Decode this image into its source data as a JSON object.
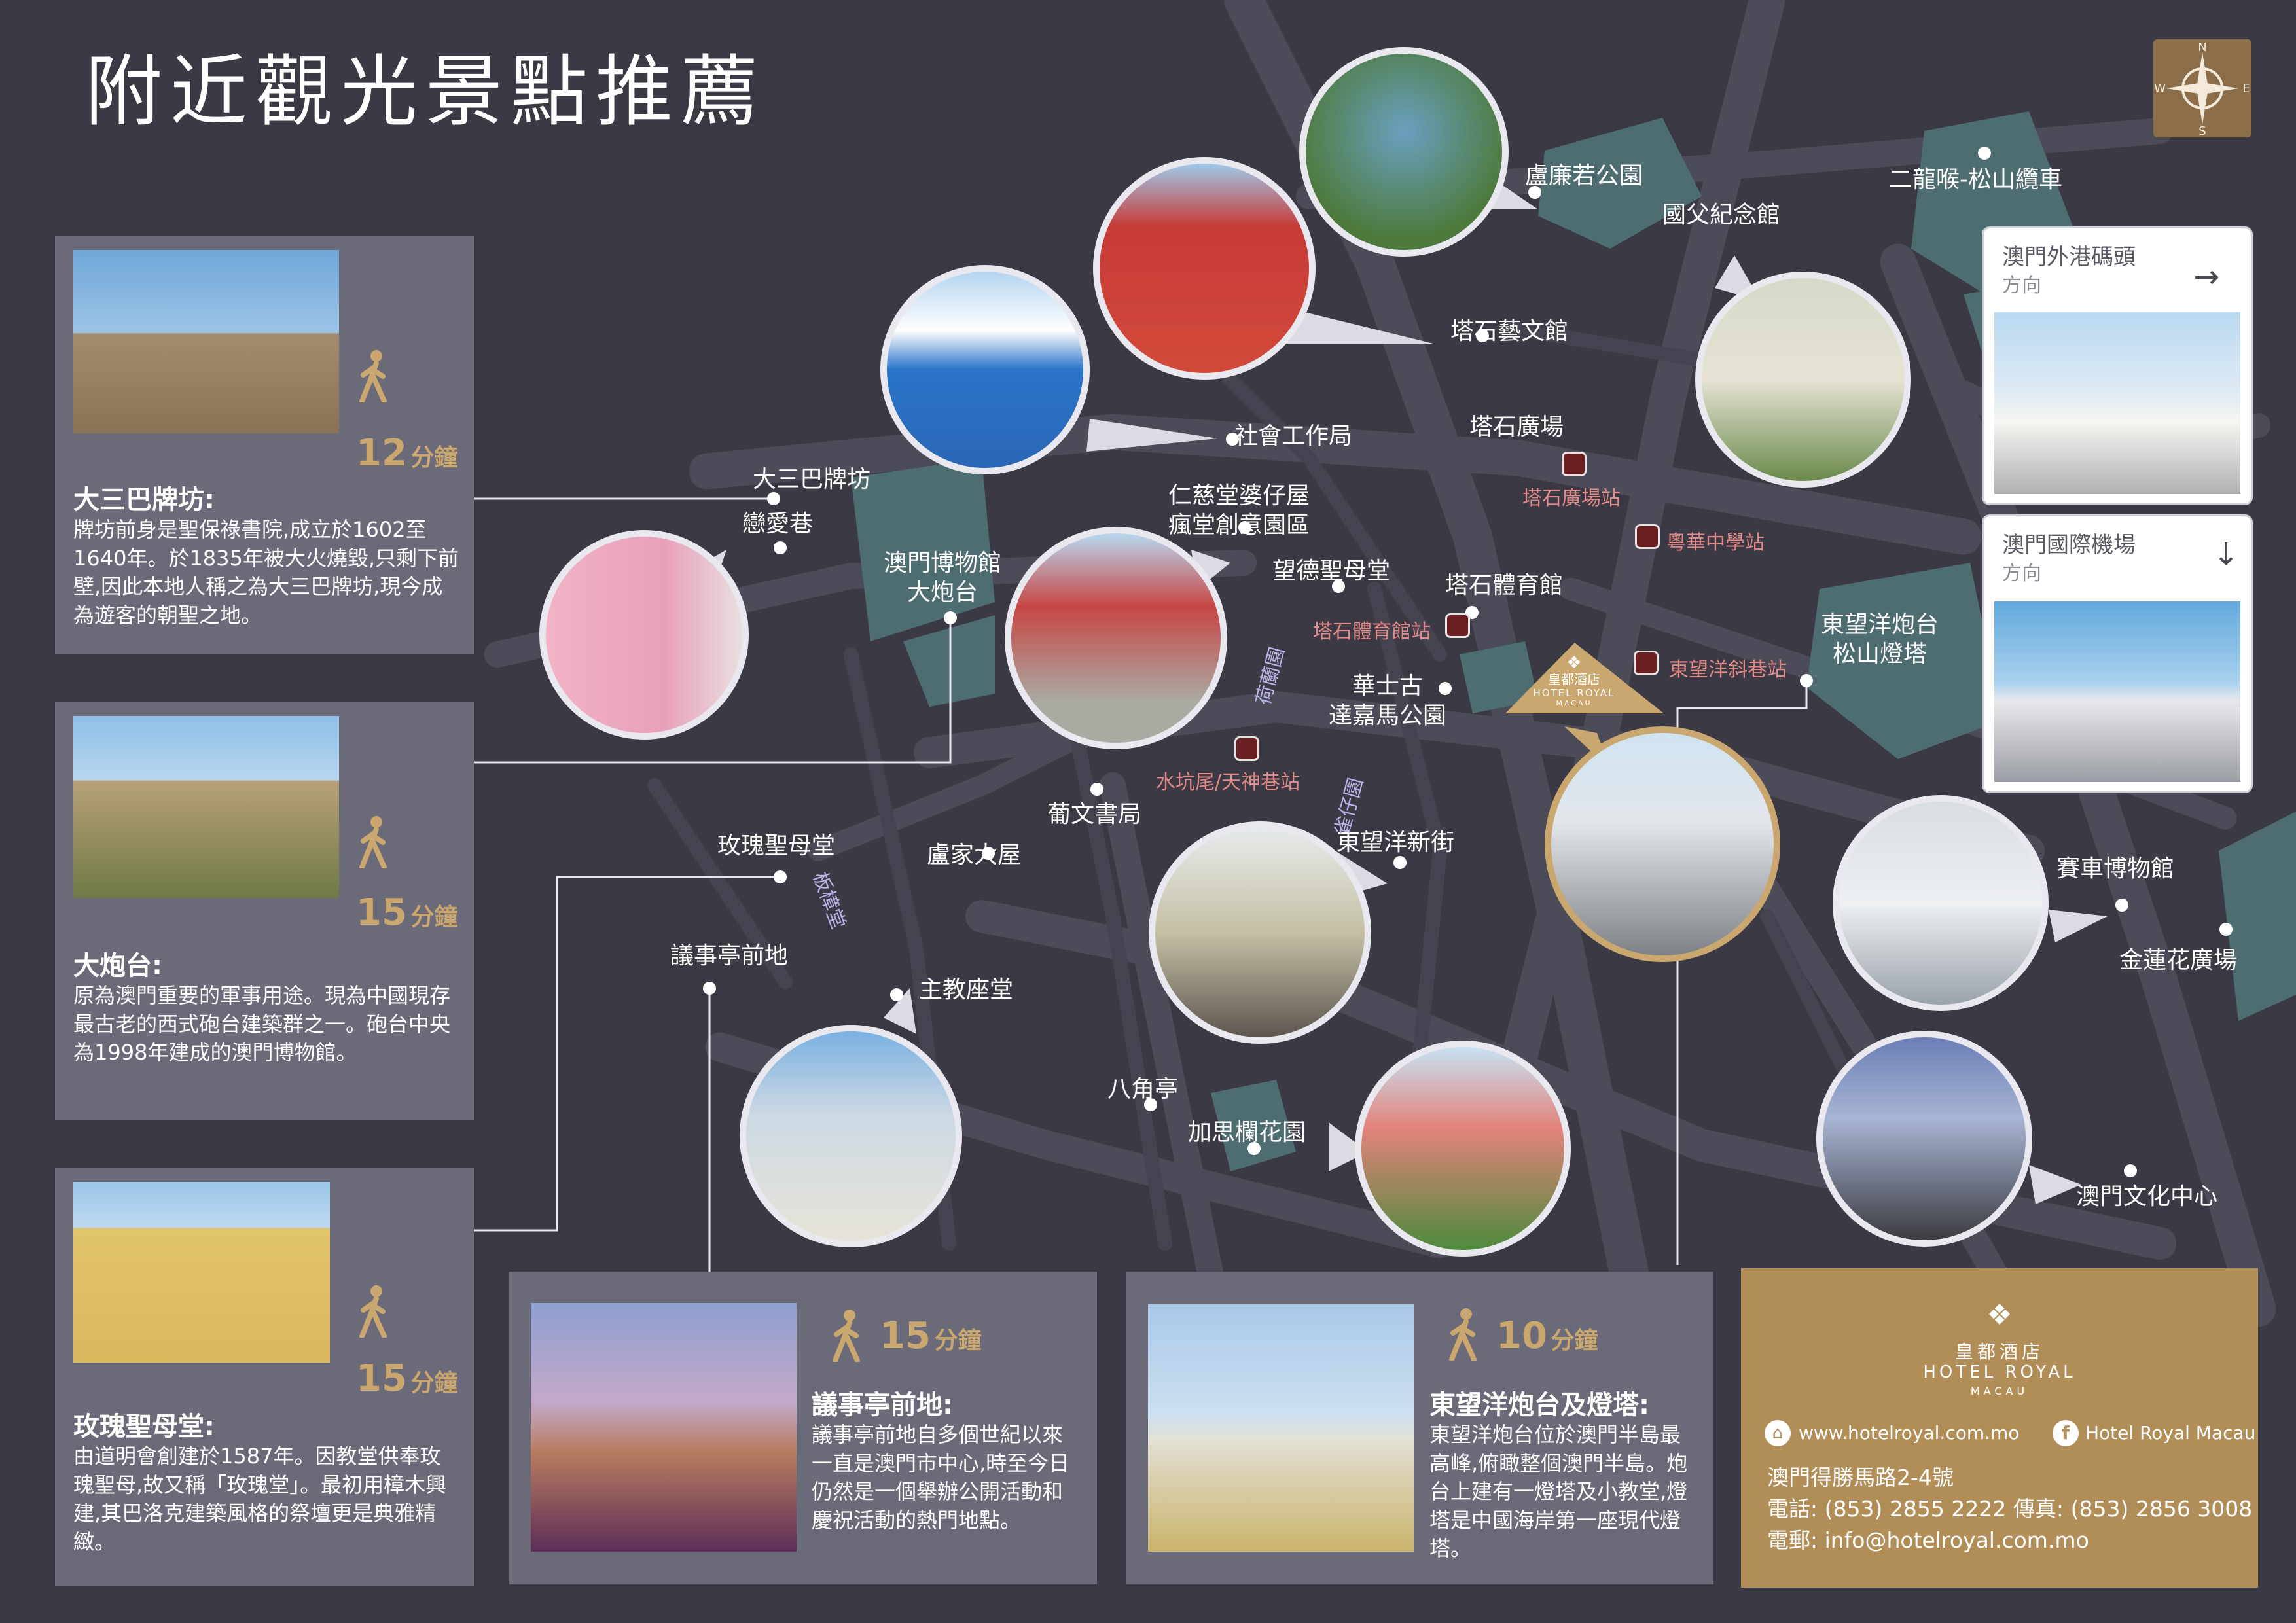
{
  "title": "附近觀光景點推薦",
  "compass": {
    "n": "N",
    "s": "S",
    "e": "E",
    "w": "W",
    "icon": "compass-icon"
  },
  "colors": {
    "background": "#3a3944",
    "road": "#4c4b58",
    "park": "#4e6d70",
    "card": "#6b6a78",
    "accent_gold": "#c9a76f",
    "hotel_panel": "#b18e58",
    "station_text": "#e18a8a",
    "street_text": "#b9b4e6"
  },
  "cards": [
    {
      "id": "ruins",
      "walk_minutes": "12",
      "walk_unit": "分鐘",
      "heading": "大三巴牌坊:",
      "body": "牌坊前身是聖保祿書院,成立於1602至1640年。於1835年被大火燒毀,只剩下前壁,因此本地人稱之為大三巴牌坊,現今成為遊客的朝聖之地。"
    },
    {
      "id": "fortress",
      "walk_minutes": "15",
      "walk_unit": "分鐘",
      "heading": "大炮台:",
      "body": "原為澳門重要的軍事用途。現為中國現存最古老的西式砲台建築群之一。砲台中央為1998年建成的澳門博物館。"
    },
    {
      "id": "st-dominic",
      "walk_minutes": "15",
      "walk_unit": "分鐘",
      "heading": "玫瑰聖母堂:",
      "body": "由道明會創建於1587年。因教堂供奉玫瑰聖母,故又稱「玫瑰堂」。最初用樟木興建,其巴洛克建築風格的祭壇更是典雅精緻。"
    },
    {
      "id": "senado",
      "walk_minutes": "15",
      "walk_unit": "分鐘",
      "heading": "議事亭前地:",
      "body": "議事亭前地自多個世紀以來一直是澳門市中心,時至今日仍然是一個舉辦公開活動和慶祝活動的熱門地點。"
    },
    {
      "id": "guia",
      "walk_minutes": "10",
      "walk_unit": "分鐘",
      "heading": "東望洋炮台及燈塔:",
      "body": "東望洋炮台位於澳門半島最高峰,俯瞰整個澳門半島。炮台上建有一燈塔及小教堂,燈塔是中國海岸第一座現代燈塔。"
    }
  ],
  "places": {
    "lou_lim_ioc": "盧廉若公園",
    "sun_yat_sen": "國父紀念館",
    "cable_car": "二龍喉-松山纜車",
    "tap_seac_gallery": "塔石藝文館",
    "ruins": "大三巴牌坊",
    "love_lane": "戀愛巷",
    "social_welfare": "社會工作局",
    "tap_seac_square": "塔石廣場",
    "ox_warehouse_1": "仁慈堂婆仔屋",
    "ox_warehouse_2": "瘋堂創意園區",
    "museum_1": "澳門博物館",
    "museum_2": "大炮台",
    "st_lazarus": "望德聖母堂",
    "tap_seac_gym": "塔石體育館",
    "guia_1": "東望洋炮台",
    "guia_2": "松山燈塔",
    "vasco_1": "華士古",
    "vasco_2": "達嘉馬公園",
    "bookshop": "葡文書局",
    "st_dominic": "玫瑰聖母堂",
    "lou_kau": "盧家大屋",
    "new_street": "東望洋新街",
    "grand_prix": "賽車博物館",
    "senado": "議事亭前地",
    "cathedral": "主教座堂",
    "lotus_square": "金蓮花廣場",
    "octagon": "八角亭",
    "carmo": "加思欄花園",
    "cultural_centre": "澳門文化中心"
  },
  "stations": {
    "tap_seac_square": "塔石廣場站",
    "pui_ching": "粵華中學站",
    "tap_seac_gym": "塔石體育館站",
    "guia_slope": "東望洋斜巷站",
    "san_kiu": "水坑尾/天神巷站"
  },
  "streets": {
    "he_lan": "荷蘭園",
    "ban_zhang": "板樟堂",
    "jie_zai": "雀仔園"
  },
  "directions": [
    {
      "title": "澳門外港碼頭",
      "sub": "方向",
      "arrow": "→"
    },
    {
      "title": "澳門國際機場",
      "sub": "方向",
      "arrow": "↓"
    }
  ],
  "hotel_marker": {
    "cn": "皇都酒店",
    "en": "HOTEL ROYAL",
    "city": "MACAU"
  },
  "hotel_panel": {
    "cn": "皇都酒店",
    "en": "HOTEL ROYAL",
    "city": "MACAU",
    "website": "www.hotelroyal.com.mo",
    "facebook": "Hotel Royal Macau",
    "address": "澳門得勝馬路2-4號",
    "phone": "電話: (853) 2855 2222",
    "fax": "傳真: (853) 2856 3008",
    "email": "電郵: info@hotelroyal.com.mo"
  }
}
